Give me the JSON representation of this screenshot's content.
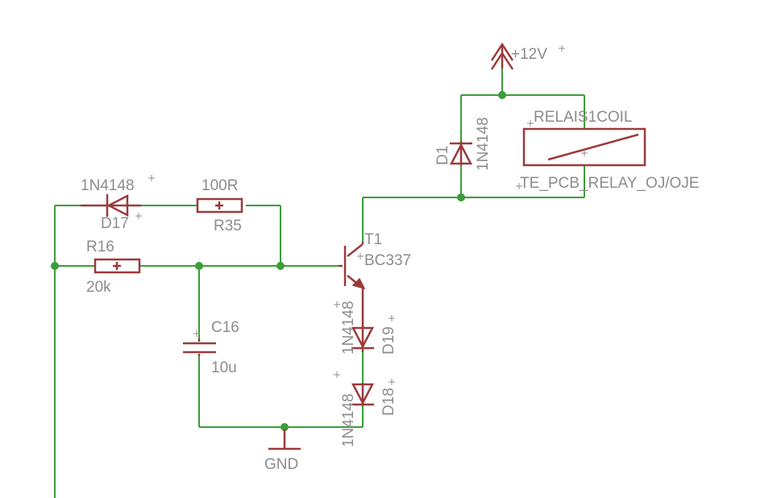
{
  "schematic": {
    "supply": {
      "label": "+12V"
    },
    "ground": {
      "label": "GND"
    },
    "relay": {
      "name": "RELAIS1COIL",
      "package": "TE_PCB_RELAY_OJ/OJE"
    },
    "d1": {
      "name": "D1",
      "value": "1N4148"
    },
    "d17": {
      "name": "D17",
      "value": "1N4148"
    },
    "d18": {
      "name": "D18",
      "value": "1N4148"
    },
    "d19": {
      "name": "D19",
      "value": "1N4148"
    },
    "r35": {
      "name": "R35",
      "value": "100R"
    },
    "r16": {
      "name": "R16",
      "value": "20k"
    },
    "c16": {
      "name": "C16",
      "value": "10u"
    },
    "t1": {
      "name": "T1",
      "value": "BC337"
    }
  },
  "colors": {
    "wire": "#3a9d3a",
    "part": "#9b3a3a",
    "label": "#8c8c8c"
  }
}
